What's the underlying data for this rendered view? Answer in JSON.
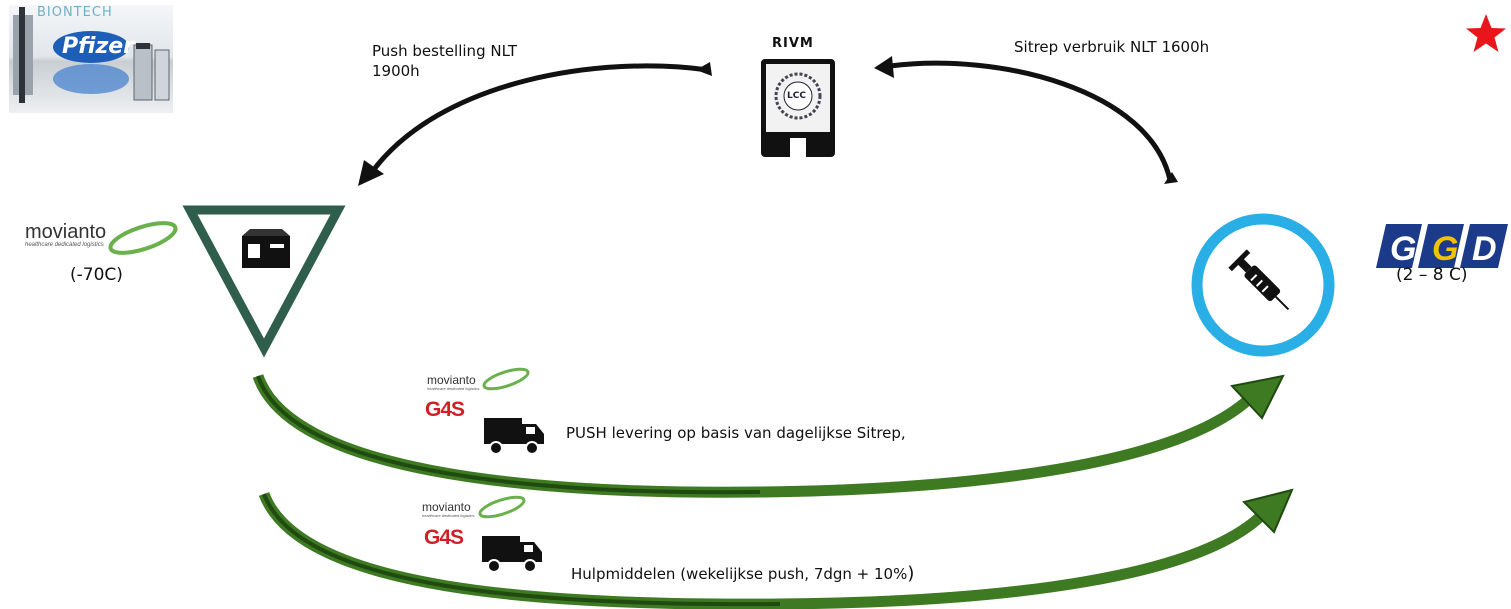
{
  "logos": {
    "biontech_text": "BIONTECH",
    "pfizer_text": "Pfizer",
    "movianto_name": "movianto",
    "movianto_tagline": "healthcare dedicated logistics",
    "g4s_text": "G4S",
    "ggd_letters": [
      "G",
      "G",
      "D"
    ],
    "rivm_chip_text": "LCC"
  },
  "labels": {
    "rivm": "RIVM",
    "push_order": "Push bestelling NLT\n1900h",
    "sitrep_usage": "Sitrep verbruik NLT 1600h",
    "movianto_temp": "(-70C)",
    "ggd_temp": "(2 – 8 C)",
    "push_delivery": "PUSH levering op basis van dagelijkse Sitrep,",
    "supplies": "Hulpmiddelen (wekelijkse push, 7dgn + 10%",
    "supplies_close": ")"
  },
  "icons": {
    "box": "package-box-icon",
    "syringe": "syringe-icon",
    "truck": "delivery-truck-icon",
    "star": "star-icon",
    "rivm_device": "rivm-device-icon"
  },
  "colors": {
    "triangle": "#2f5e4c",
    "circle": "#2aaee6",
    "arrow_green": "#3e7a22",
    "arrow_green_dark": "#1f4a10",
    "star": "#e8161b",
    "g4s_red": "#d21f26",
    "ggd_blue": "#1c3a8a",
    "ggd_yellow": "#f2c200",
    "movianto_green": "#6ab04c"
  }
}
